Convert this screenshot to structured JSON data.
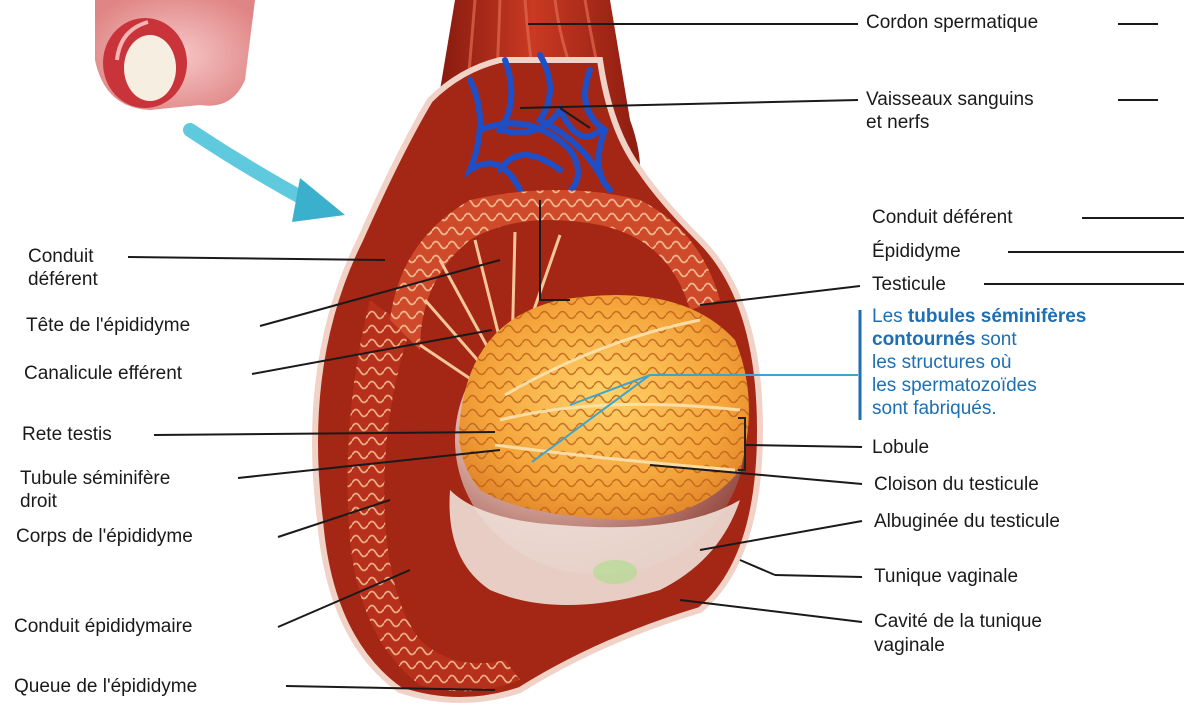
{
  "labels": {
    "cordon": "Cordon spermatique",
    "vaisseaux_1": "Vaisseaux sanguins",
    "vaisseaux_2": "et nerfs",
    "conduit_deferent_right": "Conduit déférent",
    "epididyme": "Épididyme",
    "testicule": "Testicule",
    "conduit_deferent_left_1": "Conduit",
    "conduit_deferent_left_2": "déférent",
    "tete": "Tête de l'épididyme",
    "canalicule": "Canalicule efférent",
    "rete": "Rete testis",
    "tubule_droit_1": "Tubule séminifère",
    "tubule_droit_2": "droit",
    "corps": "Corps de l'épididyme",
    "conduit_epid": "Conduit épididymaire",
    "queue": "Queue de l'épididyme",
    "lobule": "Lobule",
    "cloison": "Cloison du testicule",
    "albuginee": "Albuginée du testicule",
    "tunique": "Tunique vaginale",
    "cavite_1": "Cavité de la tunique",
    "cavite_2": "vaginale"
  },
  "note": {
    "part1": "Les ",
    "bold1": "tubules séminifères",
    "bold2": "contournés",
    "part2": " sont",
    "line2": "les structures où",
    "line3": "les spermatozoïdes",
    "line4": "sont fabriqués."
  },
  "colors": {
    "note_text": "#1d6fb3",
    "label_text": "#1a1a1a",
    "tissue_red": "#b8311d",
    "tubule_orange": "#f2a43a",
    "vessel_blue": "#1f4fc7",
    "arrow_cyan": "#4ec3d9"
  }
}
